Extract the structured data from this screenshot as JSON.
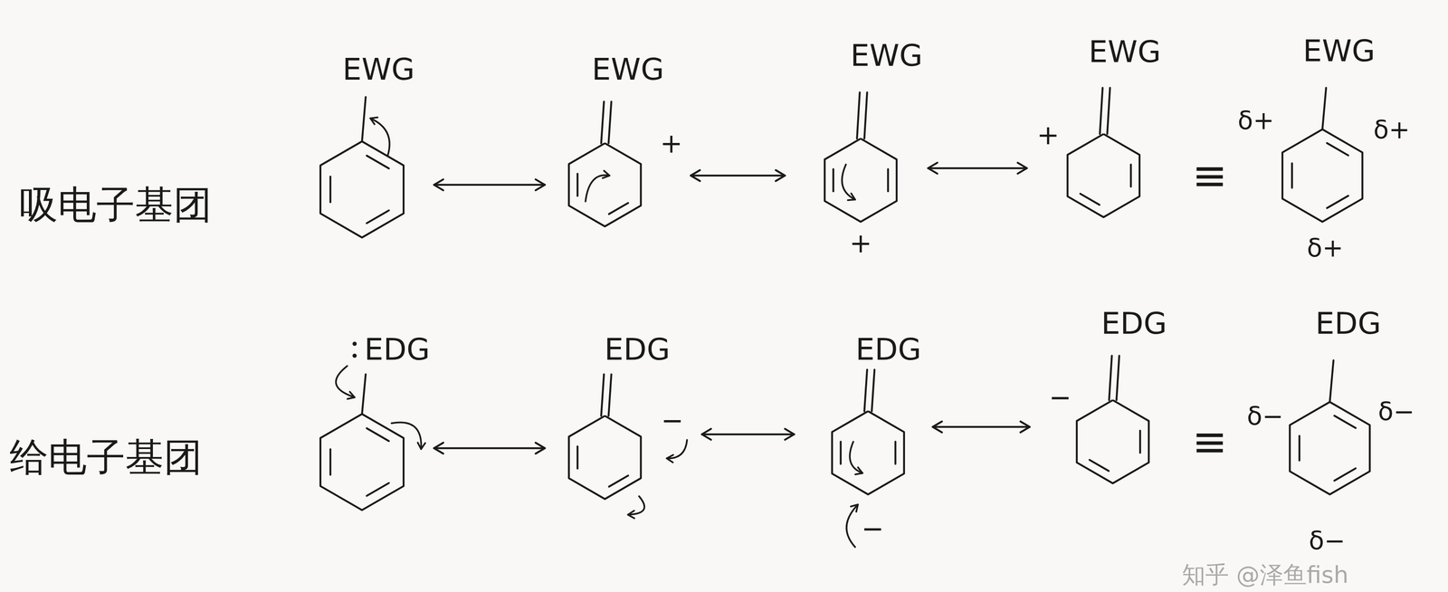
{
  "diagram": {
    "nodes": [
      {
        "text": [
          "EWG"
        ]
      },
      {
        "text": [
          "EWG",
          "+"
        ]
      },
      {
        "text": [
          "EWG",
          "+"
        ]
      },
      {
        "text": [
          "EWG",
          "+"
        ]
      },
      {
        "text": [
          "EWG",
          "δ+",
          "δ+",
          "δ+"
        ]
      },
      {
        "text": [
          "EDG"
        ]
      },
      {
        "text": [
          "EDG",
          "−"
        ]
      },
      {
        "text": [
          "EDG",
          "−"
        ]
      },
      {
        "text": [
          "EDG",
          "−"
        ]
      },
      {
        "text": [
          "EDG",
          "δ−",
          "δ−",
          "δ−"
        ]
      }
    ],
    "edges": [
      {
        "from": 0,
        "to": 1,
        "arrow": "both"
      },
      {
        "from": 1,
        "to": 2,
        "arrow": "both"
      },
      {
        "from": 2,
        "to": 3,
        "arrow": "both"
      },
      {
        "from": 5,
        "to": 6,
        "arrow": "both"
      },
      {
        "from": 6,
        "to": 7,
        "arrow": "both"
      },
      {
        "from": 7,
        "to": 8,
        "arrow": "both"
      }
    ],
    "labels": [
      "吸电子基团",
      "给电子基团",
      "≡",
      "≡",
      "知乎 @泽鱼fish"
    ]
  }
}
